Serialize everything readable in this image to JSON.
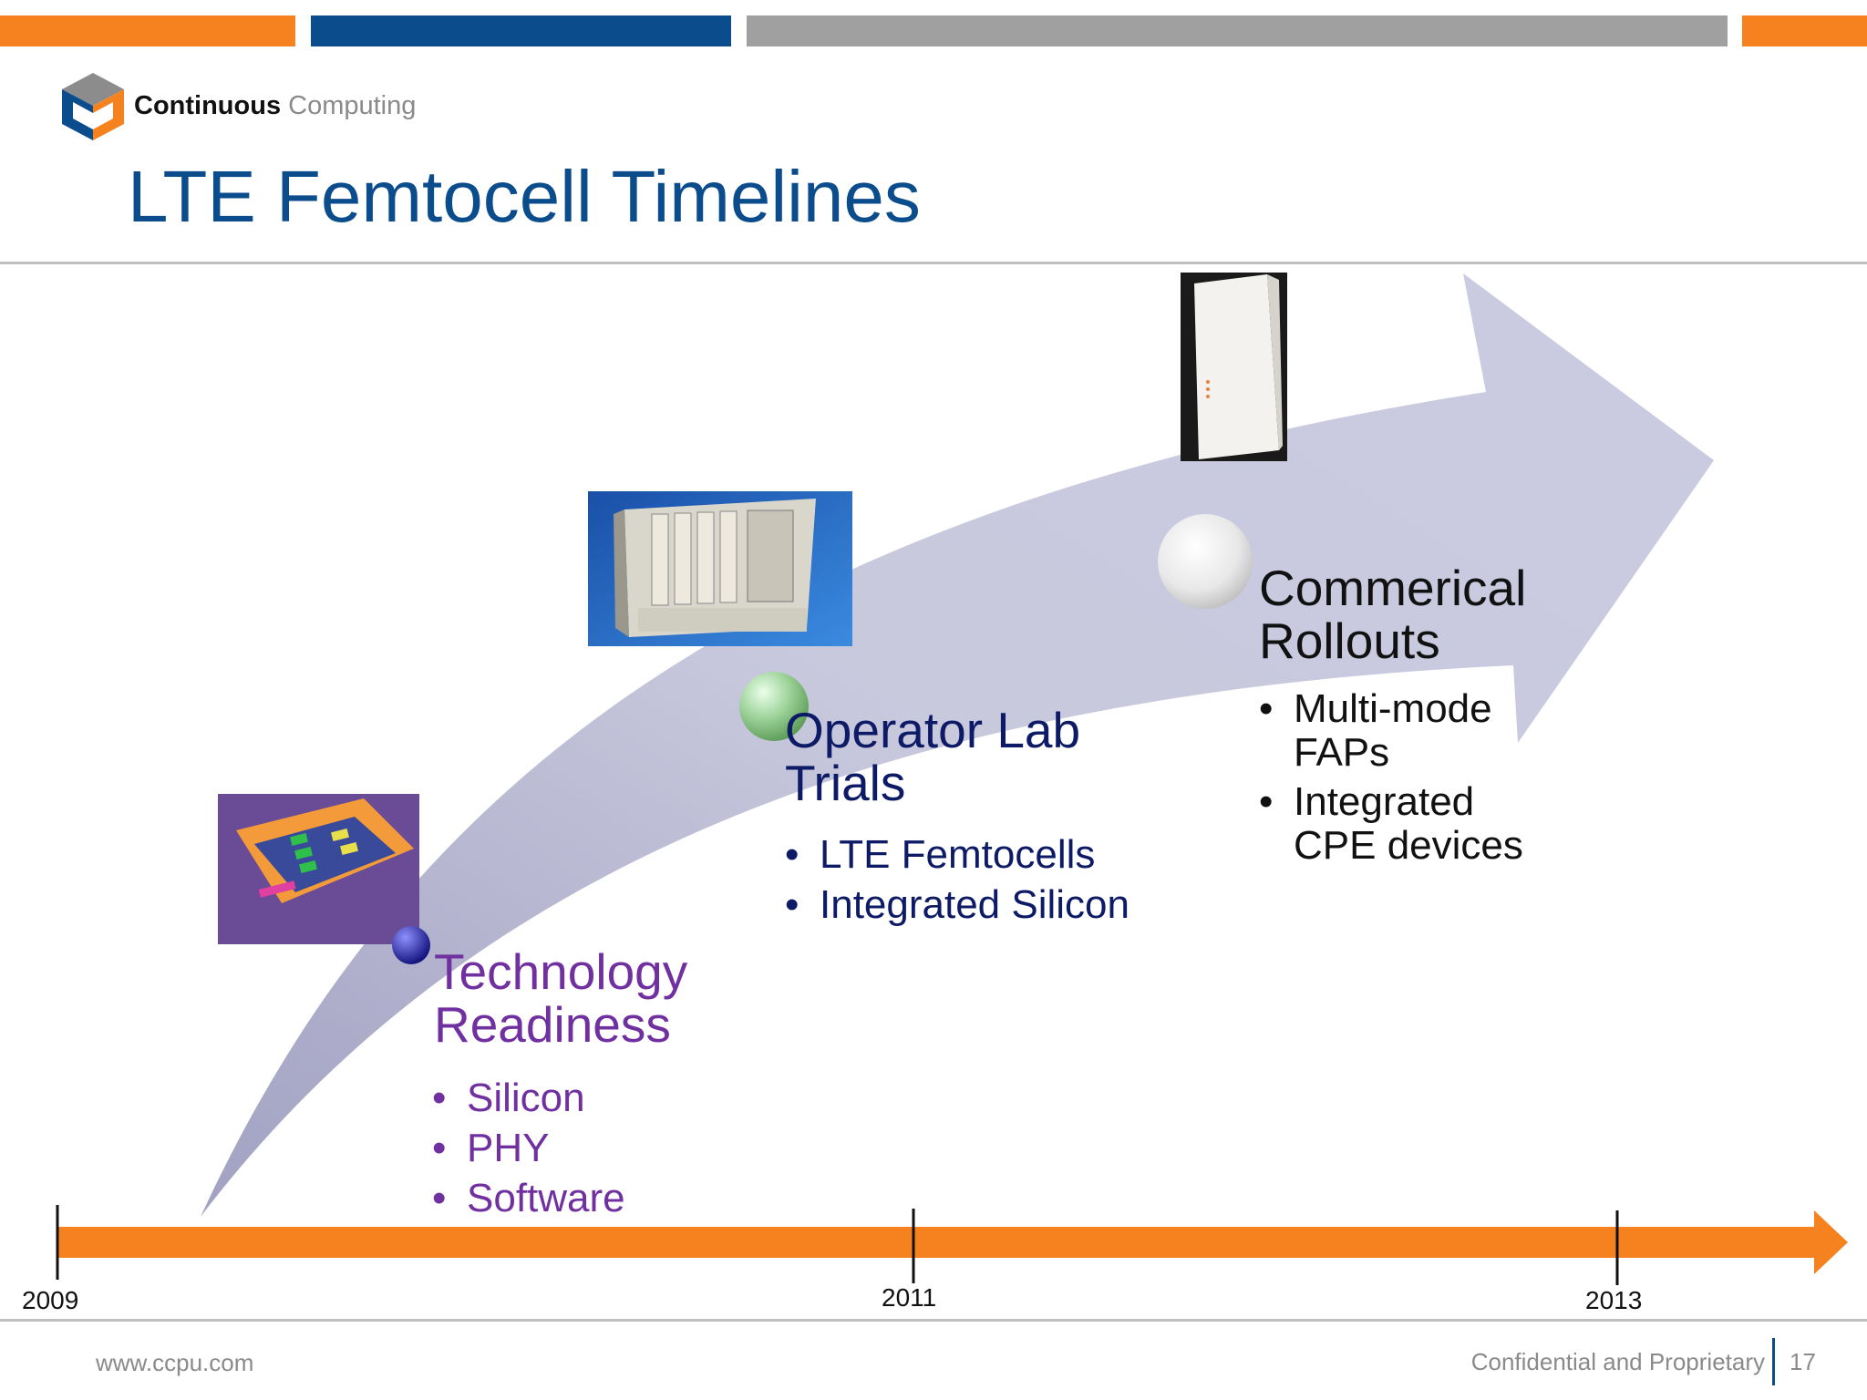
{
  "header": {
    "bars": [
      {
        "color": "#f5821f"
      },
      {
        "color": "#0b4c8c"
      },
      {
        "color": "#a0a0a0"
      },
      {
        "color": "#f5821f"
      }
    ],
    "logo": {
      "brand_bold": "Continuous",
      "brand_light": "Computing",
      "icon": "cube-logo-icon"
    }
  },
  "slide": {
    "title": "LTE Femtocell Timelines",
    "title_color": "#0b4c8c",
    "stages": [
      {
        "heading_line1": "Technology",
        "heading_line2": "Readiness",
        "color": "#7030a0",
        "bullets": [
          "Silicon",
          "PHY",
          "Software"
        ],
        "marker_icon": "blue-sphere-icon",
        "image": "chip-block-diagram-image"
      },
      {
        "heading_line1": "Operator Lab",
        "heading_line2": "Trials",
        "color": "#0d1a66",
        "bullets": [
          "LTE Femtocells",
          "Integrated Silicon"
        ],
        "marker_icon": "green-sphere-icon",
        "image": "rack-chassis-image"
      },
      {
        "heading_line1": "Commerical",
        "heading_line2": "Rollouts",
        "color": "#111111",
        "bullets": [
          "Multi-mode FAPs",
          "Integrated CPE devices"
        ],
        "marker_icon": "white-sphere-icon",
        "image": "femtocell-device-image"
      }
    ],
    "timeline": {
      "color": "#f5821f",
      "years": [
        "2009",
        "2011",
        "2013"
      ]
    }
  },
  "footer": {
    "url": "www.ccpu.com",
    "confidential": "Confidential and Proprietary",
    "page_number": "17"
  }
}
